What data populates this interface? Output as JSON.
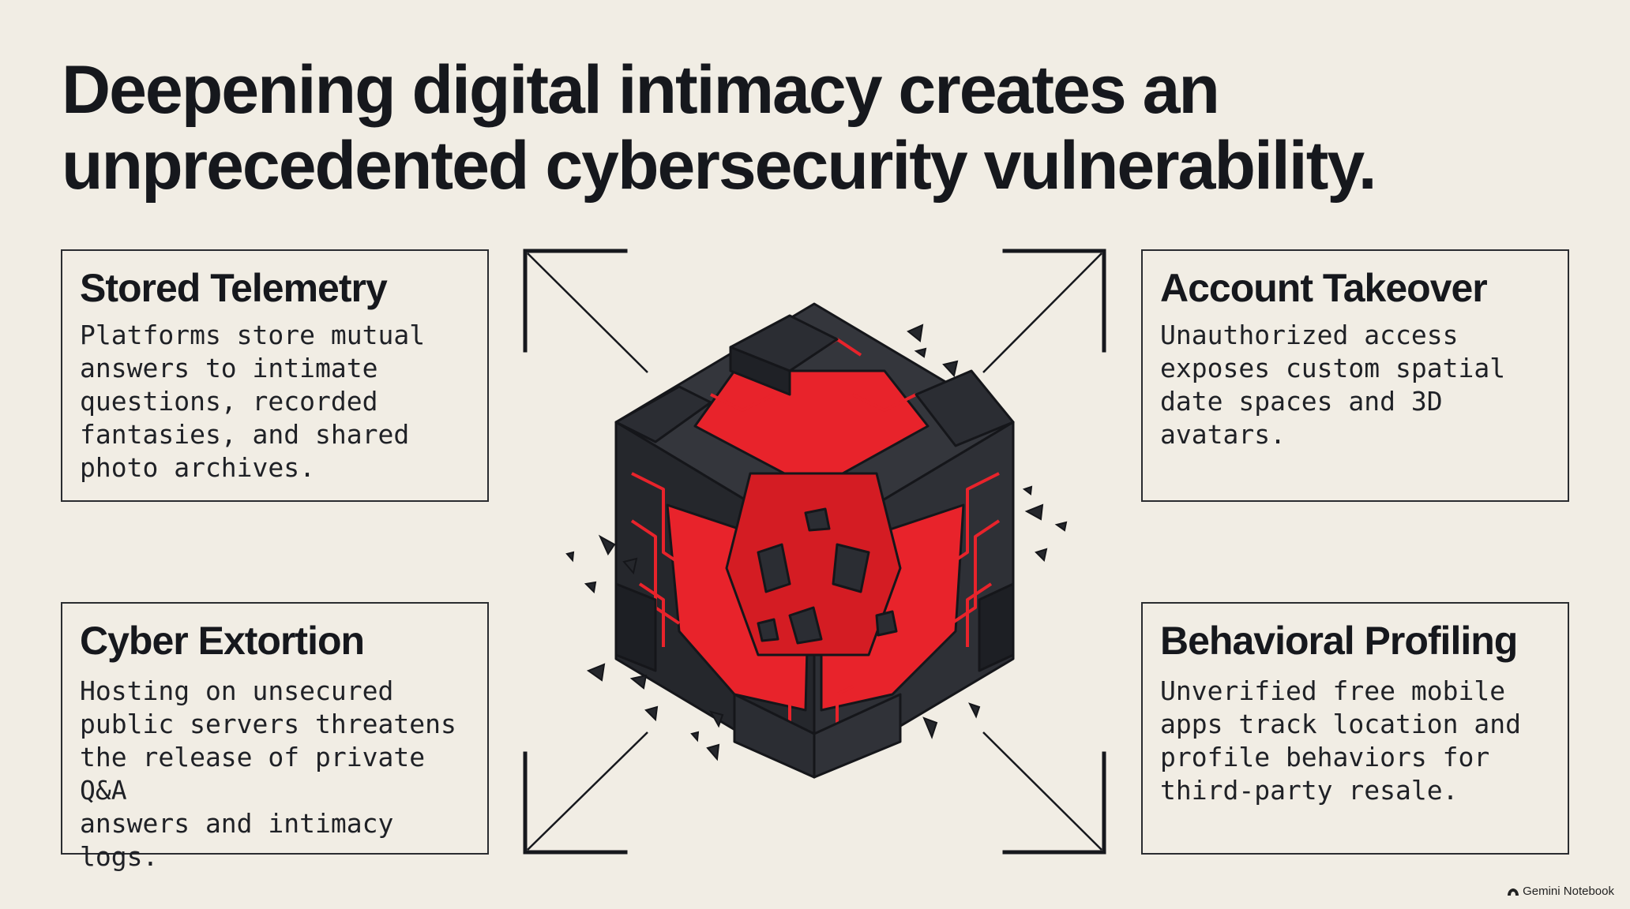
{
  "title": {
    "line1": "Deepening digital intimacy creates an",
    "line2": "unprecedented cybersecurity vulnerability."
  },
  "cards": {
    "stored_telemetry": {
      "heading": "Stored Telemetry",
      "body": "Platforms store mutual\nanswers to intimate\nquestions, recorded\nfantasies, and shared\nphoto archives."
    },
    "account_takeover": {
      "heading": "Account Takeover",
      "body": "Unauthorized access\nexposes custom spatial\ndate spaces and 3D\navatars."
    },
    "cyber_extortion": {
      "heading": "Cyber Extortion",
      "body": "Hosting on unsecured\npublic servers threatens\nthe release of private Q&A\nanswers and intimacy\nlogs."
    },
    "behavioral_profiling": {
      "heading": "Behavioral Profiling",
      "body": "Unverified free mobile\napps track location and\nprofile behaviors for\nthird-party resale."
    }
  },
  "illustration": {
    "icon": "shattered-cube-icon",
    "colors": {
      "dark": "#2b2d33",
      "darker": "#1d1f24",
      "accent": "#e8232b",
      "outline": "#15161a"
    }
  },
  "branding": {
    "label": "Gemini Notebook",
    "icon": "gemini-logo-icon"
  }
}
